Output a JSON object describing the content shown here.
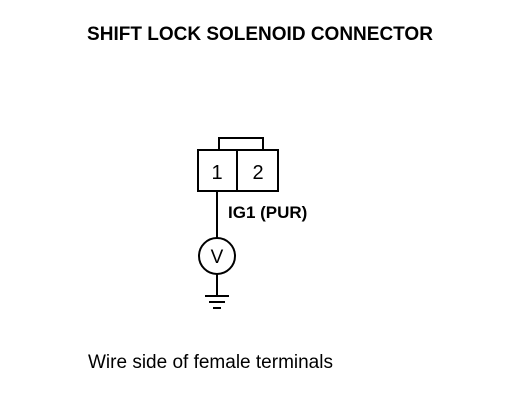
{
  "title": "SHIFT LOCK SOLENOID CONNECTOR",
  "connector": {
    "pins": [
      "1",
      "2"
    ]
  },
  "wire": {
    "label": "IG1 (PUR)"
  },
  "meter": {
    "symbol": "V"
  },
  "caption": "Wire side of female terminals"
}
